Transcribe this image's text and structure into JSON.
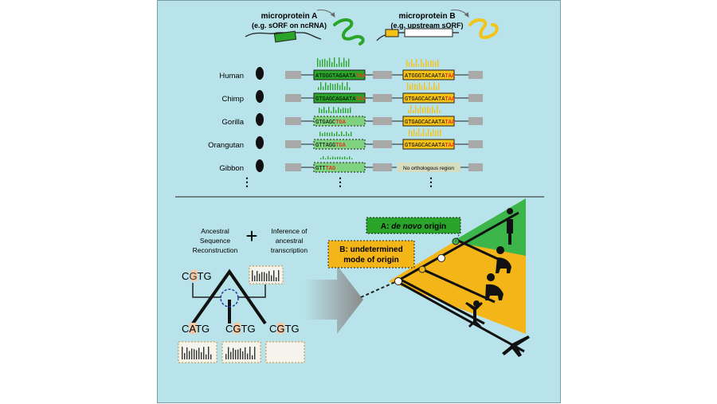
{
  "figure": {
    "type": "graphical-abstract",
    "colors": {
      "background": "#b9e3ea",
      "green": "#2aa52a",
      "green_light": "#7fd27f",
      "yellow": "#f5c218",
      "yellow_light": "#f7dc7a",
      "orange": "#f3b518",
      "stop_codon": "#e03a1e",
      "exon_gray": "#a9a9a9",
      "highlight_box": "#f4c9a8"
    }
  },
  "top": {
    "microprotein_a": {
      "title": "microprotein A",
      "subtitle": "(e.g. sORF on ncRNA)"
    },
    "microprotein_b": {
      "title": "microprotein B",
      "subtitle": "(e.g. upstream sORF)"
    },
    "species": [
      {
        "name": "Human",
        "seq_a": "ATGGGTAGAATATAA",
        "seq_a_stop": "TAA",
        "seq_b": "ATGGGTACAATATAA",
        "seq_b_stop": "TAA"
      },
      {
        "name": "Chimp",
        "seq_a": "GTGAGCAGAATATAA",
        "seq_a_stop": "TAA",
        "seq_b": "GTGAGCACAATATAA",
        "seq_b_stop": "TAA"
      },
      {
        "name": "Gorilla",
        "seq_a": "GTGAGCTGA",
        "seq_a_stop": "TGA",
        "seq_b": "GTGAGCACAATATAA",
        "seq_b_stop": "TAA"
      },
      {
        "name": "Orangutan",
        "seq_a": "GTTAGGTGA",
        "seq_a_stop": "TGA",
        "seq_b": "GTGAGCACAATATAA",
        "seq_b_stop": "TAA"
      },
      {
        "name": "Gibbon",
        "seq_a": "GTTTAG",
        "seq_a_stop": "TAG",
        "seq_b": "No orthologous region",
        "seq_b_stop": ""
      }
    ],
    "ellipsis": "⋮"
  },
  "bottom": {
    "left": {
      "asr_label": "Ancestral\nSequence\nReconstruction",
      "plus": "+",
      "transcription_label": "Inference of\nancestral\ntranscription",
      "ancestor_seq": {
        "pre": "C",
        "hl": "G",
        "post": "TG"
      },
      "leaves": [
        {
          "pre": "C",
          "hl": "A",
          "post": "TG"
        },
        {
          "pre": "C",
          "hl": "G",
          "post": "TG"
        },
        {
          "pre": "C",
          "hl": "G",
          "post": "TG"
        }
      ]
    },
    "right": {
      "label_a_prefix": "A: ",
      "label_a_italic": "de novo",
      "label_a_suffix": " origin",
      "label_b_line1": "B: undetermined",
      "label_b_line2": "mode of origin"
    }
  }
}
